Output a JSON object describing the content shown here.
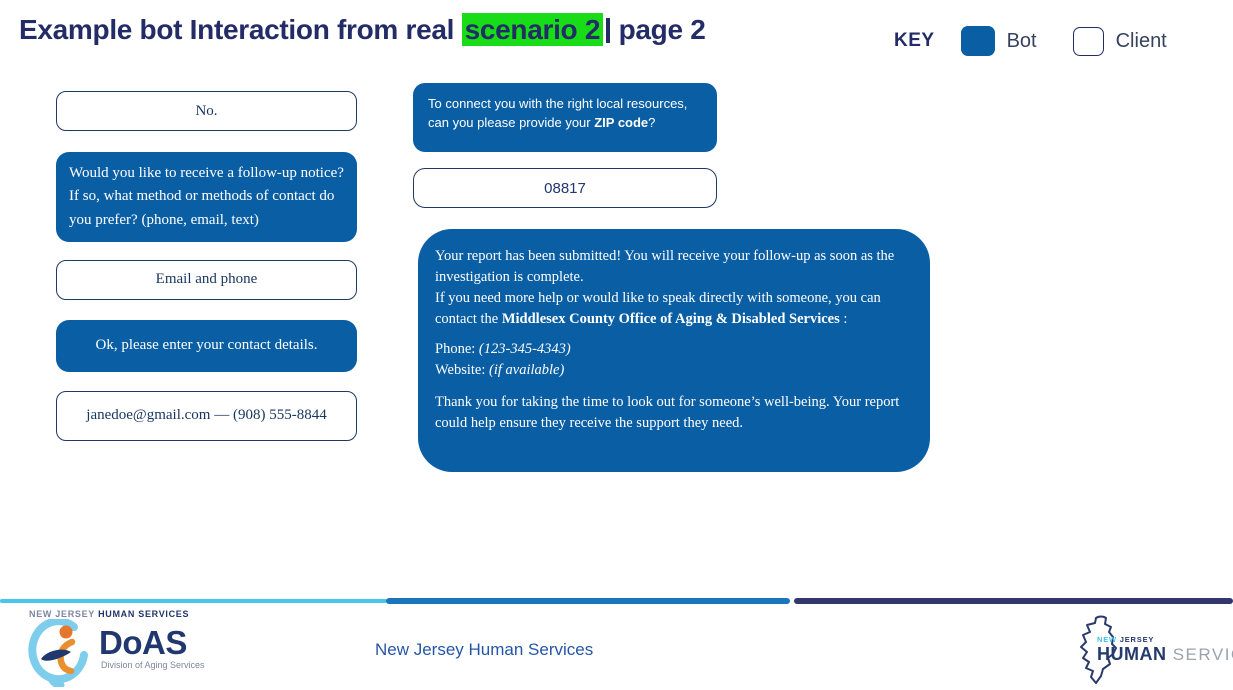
{
  "slide": {
    "title": {
      "pre": "Example bot Interaction from real ",
      "highlight": "scenario 2",
      "post": " page 2"
    },
    "key": {
      "label": "KEY",
      "bot": "Bot",
      "client": "Client"
    }
  },
  "colors": {
    "bot_bubble_blue": "#0A5EA4",
    "bubble_border_navy": "#1F3864",
    "title_navy": "#232C66",
    "highlight_green": "#17DC17",
    "divider_cyan": "#45C6EA",
    "divider_blue": "#1B75BC",
    "divider_navy": "#34376E",
    "footer_blue": "#2456A8",
    "logo_cyan": "#3FC0E8",
    "logo_orange": "#E4772C"
  },
  "left_thread": {
    "messages": [
      {
        "sender": "client",
        "text": "No."
      },
      {
        "sender": "bot",
        "text": "Would you like to receive a follow-up notice? If so, what method or methods of contact do you prefer? (phone, email, text)"
      },
      {
        "sender": "client",
        "text": "Email and phone"
      },
      {
        "sender": "bot",
        "text": "Ok, please enter your contact details."
      },
      {
        "sender": "client",
        "text": "janedoe@gmail.com — (908) 555-8844"
      }
    ]
  },
  "right_thread": {
    "zip_prompt": {
      "pre": "To connect you with the right local resources, can you please provide your ",
      "bold": "ZIP code",
      "post": "?"
    },
    "zip_answer": "08817",
    "final_message": {
      "line1": "Your report has been submitted! You will receive your follow-up as soon as the investigation is complete.",
      "line2_pre": "If you need more help or would like to speak directly with someone, you can contact the ",
      "line2_bold": "Middlesex County Office of Aging & Disabled Services",
      "line2_post": " :",
      "phone_label": "Phone: ",
      "phone_value": "(123-345-4343)",
      "website_label": "Website: ",
      "website_value": "(if available)",
      "thanks": "Thank you for taking the time to look out for someone’s well-being. Your report could help ensure they receive the support they need."
    }
  },
  "footer": {
    "doas": {
      "top_gray": "NEW JERSEY ",
      "top_navy": "HUMAN SERVICES",
      "acronym": "DoAS",
      "subtitle": "Division of Aging Services"
    },
    "center_text": "New Jersey Human Services",
    "njhs": {
      "small_cyan": "NEW ",
      "small_navy": "JERSEY",
      "human": "HUMAN",
      "services": " SERVICES"
    }
  }
}
